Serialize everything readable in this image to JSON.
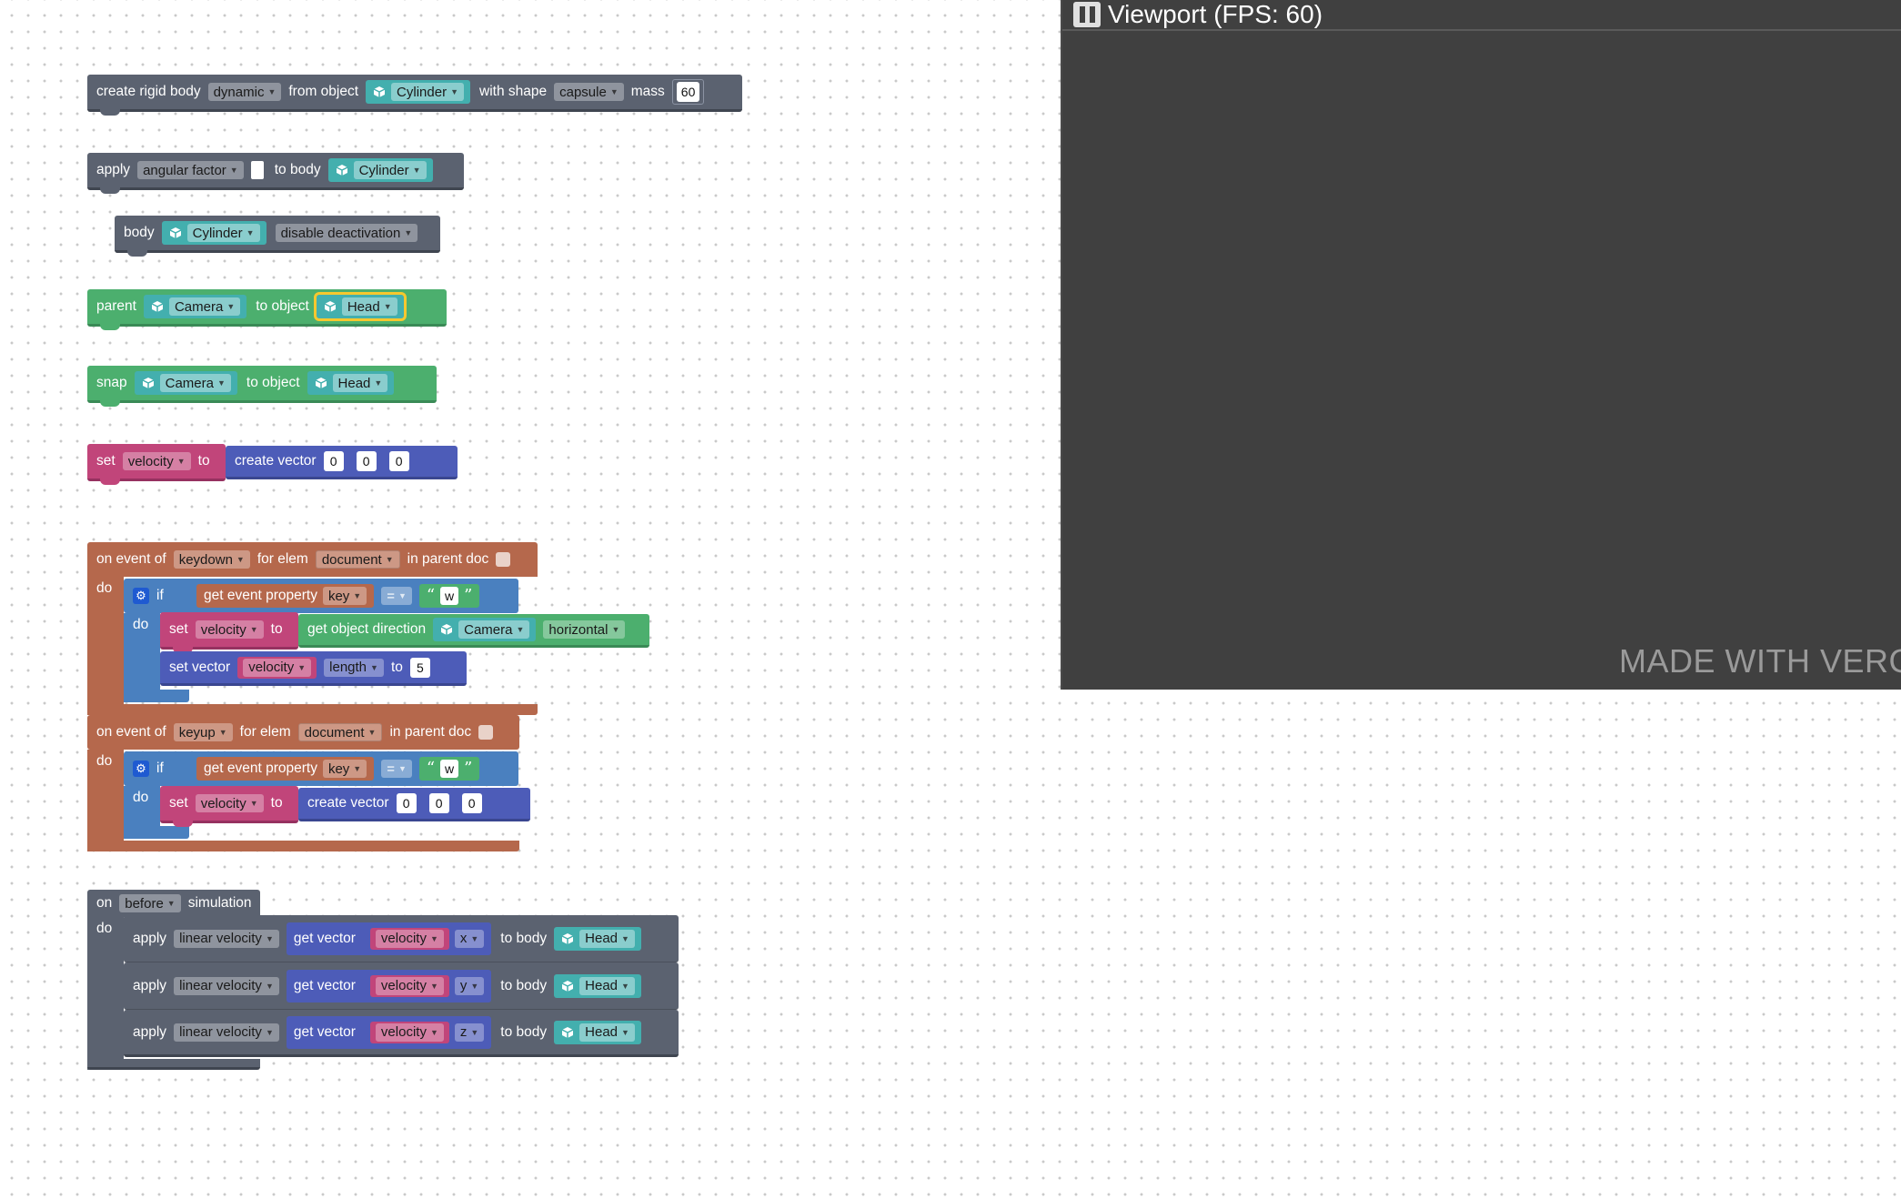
{
  "viewport": {
    "title": "Viewport (FPS: 60)",
    "watermark": "MADE WITH VERG"
  },
  "b1": {
    "label_create": "create rigid body",
    "type": "dynamic",
    "from_object": "from object",
    "object": "Cylinder",
    "with_shape": "with shape",
    "shape": "capsule",
    "mass_label": "mass",
    "mass": "60"
  },
  "b2": {
    "apply": "apply",
    "factor": "angular factor",
    "to_body": "to body",
    "object": "Cylinder"
  },
  "b3": {
    "body": "body",
    "object": "Cylinder",
    "action": "disable deactivation"
  },
  "b4": {
    "parent": "parent",
    "object": "Camera",
    "to_object": "to object",
    "target": "Head"
  },
  "b5": {
    "snap": "snap",
    "object": "Camera",
    "to_object": "to object",
    "target": "Head"
  },
  "b6": {
    "set": "set",
    "var": "velocity",
    "to": "to",
    "create_vector": "create vector",
    "x": "0",
    "y": "0",
    "z": "0"
  },
  "ev1": {
    "on_event_of": "on event of",
    "event": "keydown",
    "for_elem": "for elem",
    "elem": "document",
    "in_parent_doc": "in parent doc",
    "do": "do",
    "if": "if",
    "get_event_property": "get event property",
    "prop": "key",
    "op": "=",
    "val": "w",
    "do2": "do",
    "set": "set",
    "var": "velocity",
    "to": "to",
    "get_object_direction": "get object direction",
    "object": "Camera",
    "dir": "horizontal",
    "set_vector": "set vector",
    "vec": "velocity",
    "length": "length",
    "to2": "to",
    "len_val": "5"
  },
  "ev2": {
    "on_event_of": "on event of",
    "event": "keyup",
    "for_elem": "for elem",
    "elem": "document",
    "in_parent_doc": "in parent doc",
    "do": "do",
    "if": "if",
    "get_event_property": "get event property",
    "prop": "key",
    "op": "=",
    "val": "w",
    "do2": "do",
    "set": "set",
    "var": "velocity",
    "to": "to",
    "create_vector": "create vector",
    "x": "0",
    "y": "0",
    "z": "0"
  },
  "sim": {
    "on": "on",
    "when": "before",
    "simulation": "simulation",
    "do": "do",
    "rows": [
      {
        "apply": "apply",
        "kind": "linear velocity",
        "get_vector": "get vector",
        "var": "velocity",
        "axis": "x",
        "to_body": "to body",
        "body": "Head"
      },
      {
        "apply": "apply",
        "kind": "linear velocity",
        "get_vector": "get vector",
        "var": "velocity",
        "axis": "y",
        "to_body": "to body",
        "body": "Head"
      },
      {
        "apply": "apply",
        "kind": "linear velocity",
        "get_vector": "get vector",
        "var": "velocity",
        "axis": "z",
        "to_body": "to body",
        "body": "Head"
      }
    ]
  }
}
